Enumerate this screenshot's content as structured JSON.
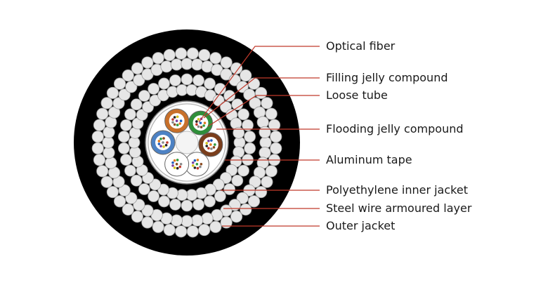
{
  "labels": {
    "optical_fiber": "Optical fiber",
    "filling_jelly": "Filling jelly compound",
    "loose_tube": "Loose tube",
    "flooding_jelly": "Flooding jelly compound",
    "aluminum_tape": "Aluminum tape",
    "pe_inner_jacket": "Polyethylene inner jacket",
    "steel_wire": "Steel wire armoured layer",
    "outer_jacket": "Outer jacket"
  },
  "colors": {
    "leader_line": "#c0392b",
    "outer_jacket": "#000000",
    "steel_wire": "#e6e6e6",
    "loose_tube_orange": "#c8702a",
    "loose_tube_green": "#2f8f3a",
    "loose_tube_brown": "#7a3e1c",
    "loose_tube_blue": "#4d82c4",
    "loose_tube_white": "#ffffff"
  }
}
